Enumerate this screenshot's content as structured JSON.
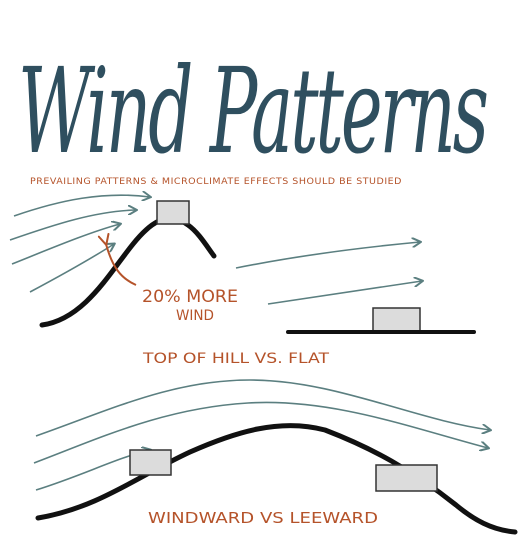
{
  "title": "Wind Patterns",
  "subtitle": "PREVAILING PATTERNS & MICROCLIMATE EFFECTS SHOULD BE STUDIED",
  "top_hill_note_line1": "20% MORE",
  "top_hill_note_line2": "WIND",
  "comparison_1_label": "TOP OF HILL VS. FLAT",
  "comparison_2_label": "WINDWARD VS LEEWARD",
  "colors": {
    "ink": "#111111",
    "wind": "#5b7f80",
    "title_ink": "#2f4f5f",
    "annotation": "#b5532a",
    "building_fill": "#dcdcdc",
    "building_stroke": "#333333"
  },
  "icons": {
    "building": "building-block-icon",
    "wind_arrow": "wind-arrow-icon"
  }
}
